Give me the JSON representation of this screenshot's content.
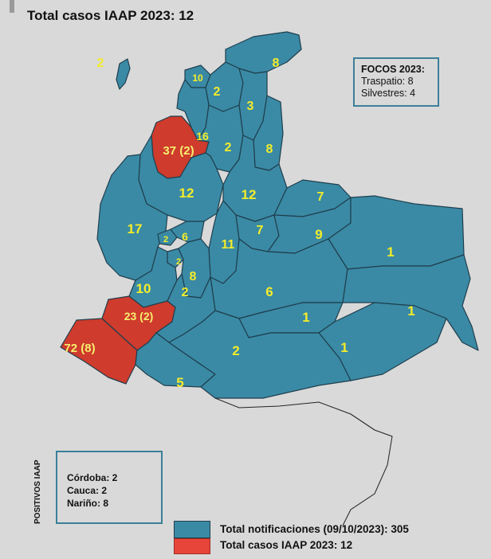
{
  "title": "Total casos IAAP 2023: 12",
  "focos": {
    "heading": "FOCOS 2023:",
    "traspatio": "Traspatio: 8",
    "silvestres": "Silvestres: 4"
  },
  "positivos": {
    "vertical_label": "POSITIVOS IAAP",
    "lines": [
      "Córdoba: 2",
      "Cauca: 2",
      "Nariño: 8"
    ]
  },
  "legend": [
    {
      "label": "Total notificaciones (09/10/2023): 305",
      "color": "#3a8aa5"
    },
    {
      "label": "Total casos IAAP 2023: 12",
      "color": "#e8453a"
    }
  ],
  "colors": {
    "department": "#3a8aa5",
    "positive": "#cf3b2c",
    "label": "#f3ec2a"
  },
  "departments": [
    {
      "name": "San Andrés",
      "count": "2",
      "positive": false
    },
    {
      "name": "La Guajira",
      "count": "8",
      "positive": false
    },
    {
      "name": "Atlántico",
      "count": "10",
      "positive": false
    },
    {
      "name": "Magdalena",
      "count": "2",
      "positive": false
    },
    {
      "name": "Cesar",
      "count": "3",
      "positive": false
    },
    {
      "name": "Sucre",
      "count": "16",
      "positive": false
    },
    {
      "name": "Córdoba",
      "count": "37 (2)",
      "positive": true
    },
    {
      "name": "Bolívar",
      "count": "2",
      "positive": false
    },
    {
      "name": "Norte de Santander",
      "count": "8",
      "positive": false
    },
    {
      "name": "Antioquia",
      "count": "12",
      "positive": false
    },
    {
      "name": "Santander",
      "count": "12",
      "positive": false
    },
    {
      "name": "Arauca",
      "count": "7",
      "positive": false
    },
    {
      "name": "Chocó",
      "count": "17",
      "positive": false
    },
    {
      "name": "Risaralda",
      "count": "2",
      "positive": false
    },
    {
      "name": "Caldas",
      "count": "6",
      "positive": false
    },
    {
      "name": "Cundinamarca",
      "count": "11",
      "positive": false
    },
    {
      "name": "Boyacá",
      "count": "7",
      "positive": false
    },
    {
      "name": "Casanare",
      "count": "9",
      "positive": false
    },
    {
      "name": "Quindío",
      "count": "2",
      "positive": false
    },
    {
      "name": "Tolima",
      "count": "8",
      "positive": false
    },
    {
      "name": "Vichada",
      "count": "1",
      "positive": false
    },
    {
      "name": "Valle del Cauca",
      "count": "10",
      "positive": false
    },
    {
      "name": "Meta",
      "count": "6",
      "positive": false
    },
    {
      "name": "Cauca",
      "count": "23 (2)",
      "positive": true
    },
    {
      "name": "Huila",
      "count": "2",
      "positive": false
    },
    {
      "name": "Guainía",
      "count": "1",
      "positive": false
    },
    {
      "name": "Nariño",
      "count": "72 (8)",
      "positive": true
    },
    {
      "name": "Guaviare",
      "count": "1",
      "positive": false
    },
    {
      "name": "Vaupés",
      "count": "1",
      "positive": false
    },
    {
      "name": "Putumayo",
      "count": "5",
      "positive": false
    },
    {
      "name": "Caquetá",
      "count": "2",
      "positive": false
    }
  ]
}
